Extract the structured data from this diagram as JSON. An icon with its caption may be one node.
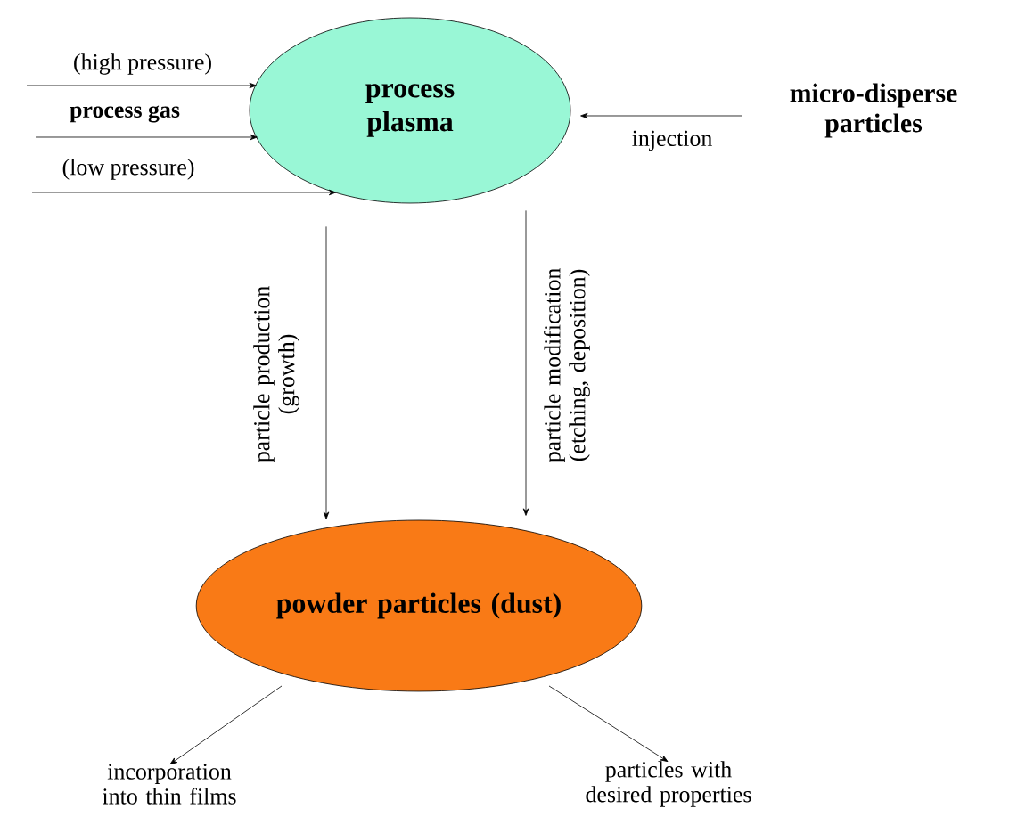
{
  "diagram": {
    "nodes": [
      {
        "text": [
          "process plasma"
        ]
      },
      {
        "text": [
          "micro-disperse particles"
        ]
      },
      {
        "text": [
          "powder particles (dust)"
        ]
      },
      {
        "text": [
          "incorporation into thin films"
        ]
      },
      {
        "text": [
          "particles with desired properties"
        ]
      }
    ],
    "edges": [
      {
        "from": null,
        "to": 0,
        "arrow": "to",
        "label": "(high pressure)"
      },
      {
        "from": null,
        "to": 0,
        "arrow": "to",
        "label": "process gas"
      },
      {
        "from": null,
        "to": 0,
        "arrow": "to",
        "label": "(low pressure)"
      },
      {
        "from": 1,
        "to": 0,
        "arrow": "to",
        "label": "injection"
      },
      {
        "from": 0,
        "to": 2,
        "arrow": "to",
        "label": "particle production (growth)"
      },
      {
        "from": 0,
        "to": 2,
        "arrow": "to",
        "label": "particle modification (etching, deposition)"
      },
      {
        "from": 2,
        "to": 3,
        "arrow": "to"
      },
      {
        "from": 2,
        "to": 4,
        "arrow": "to"
      }
    ]
  }
}
